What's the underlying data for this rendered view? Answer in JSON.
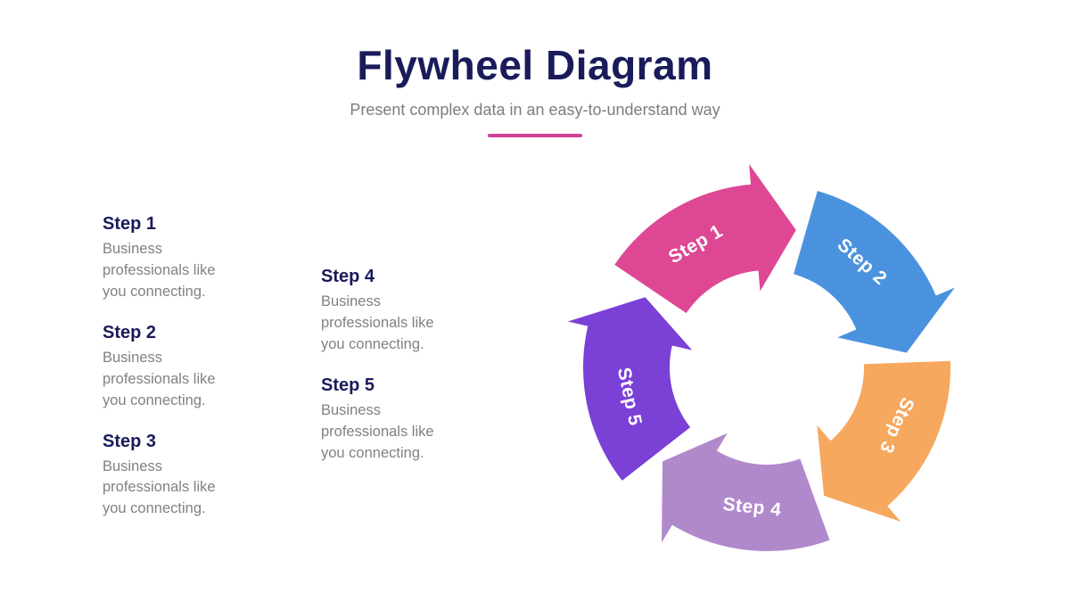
{
  "header": {
    "title": "Flywheel Diagram",
    "subtitle": "Present complex data in an easy-to-understand way",
    "accent_color": "#cf3f96"
  },
  "steps": [
    {
      "label": "Step 1",
      "description": "Business professionals like you connecting.",
      "color": "#de4794"
    },
    {
      "label": "Step 2",
      "description": "Business professionals like you connecting.",
      "color": "#4b92de"
    },
    {
      "label": "Step 3",
      "description": "Business professionals like you connecting.",
      "color": "#f6a85e"
    },
    {
      "label": "Step 4",
      "description": "Business professionals like you connecting.",
      "color": "#b089cb"
    },
    {
      "label": "Step 5",
      "description": "Business professionals like you connecting.",
      "color": "#7b40d6"
    }
  ]
}
